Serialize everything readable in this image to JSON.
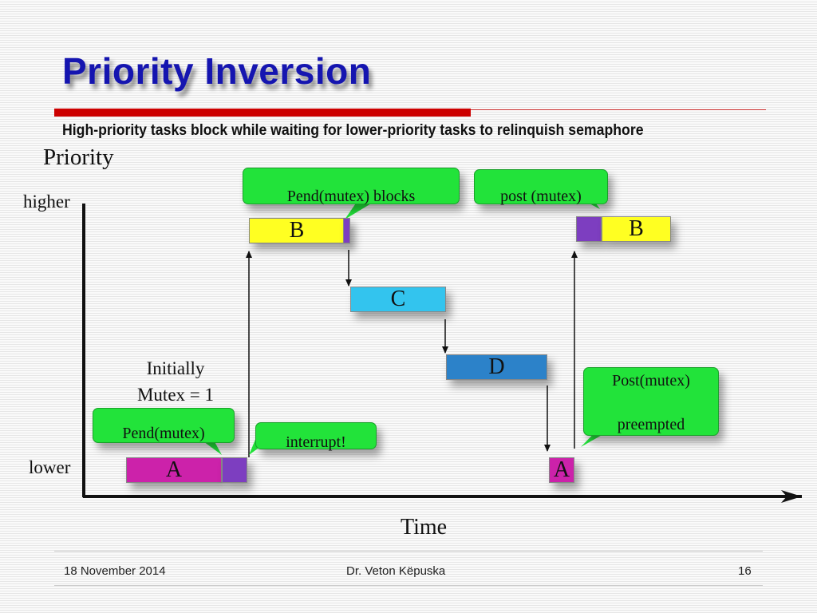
{
  "title": "Priority Inversion",
  "subtitle": "High-priority tasks block while waiting for lower-priority tasks to relinquish semaphore",
  "axes": {
    "y_label": "Priority",
    "x_label": "Time",
    "higher": "higher",
    "lower": "lower"
  },
  "note": {
    "line1": "Initially",
    "line2": "Mutex = 1"
  },
  "tasks": {
    "b_first": "B",
    "c": "C",
    "d": "D",
    "a_first": "A",
    "a_second": "A",
    "b_second": "B"
  },
  "callouts": {
    "pend_blocks": "Pend(mutex) blocks",
    "post_mutex_top": "post (mutex)",
    "pend_mutex": "Pend(mutex)",
    "interrupt": "interrupt!",
    "post_mutex_line1": "Post(mutex)",
    "post_mutex_line2": "preempted"
  },
  "colors": {
    "task_b": "#ffff22",
    "task_c": "#33c4ee",
    "task_d": "#2c82c9",
    "task_a": "#cc22aa",
    "mutex_hold": "#7d3ec0",
    "callout": "#22e33a",
    "title": "#1515b0"
  },
  "footer": {
    "date": "18 November 2014",
    "author": "Dr. Veton Këpuska",
    "page": "16"
  }
}
